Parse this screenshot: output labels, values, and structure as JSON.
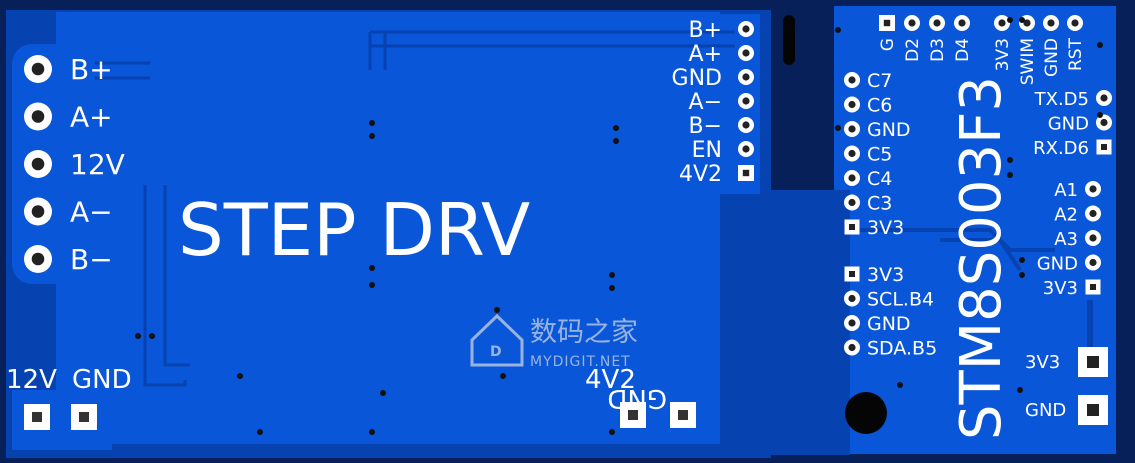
{
  "left_board": {
    "title": "STEP DRV",
    "left_pads": [
      "B+",
      "A+",
      "12V",
      "A−",
      "B−"
    ],
    "right_header": [
      "B+",
      "A+",
      "GND",
      "A−",
      "B−",
      "EN",
      "4V2"
    ],
    "bottom_left_labels": [
      "12V",
      "GND"
    ],
    "bottom_right_labels": [
      "4V2",
      "GND"
    ]
  },
  "right_board": {
    "chip": "STM8S003F3",
    "top_header": [
      "G",
      "D2",
      "D3",
      "D4",
      "3V3",
      "SWIM",
      "GND",
      "RST"
    ],
    "left_col_top": [
      "C7",
      "C6",
      "GND",
      "C5",
      "C4",
      "C3",
      "3V3"
    ],
    "left_col_bottom": [
      "3V3",
      "SCL.B4",
      "GND",
      "SDA.B5"
    ],
    "right_uart": [
      "TX.D5",
      "GND",
      "RX.D6"
    ],
    "right_analog": [
      "A1",
      "A2",
      "A3",
      "GND",
      "3V3"
    ],
    "power_pads": [
      "3V3",
      "GND"
    ]
  },
  "watermark": {
    "cn": "数码之家",
    "en": "MYDIGIT.NET"
  },
  "colors": {
    "background": "#07205a",
    "pcb": "#0a56d8",
    "pcb_dark": "#0743b0",
    "silkscreen": "#ffffff",
    "slot": "#050505"
  }
}
